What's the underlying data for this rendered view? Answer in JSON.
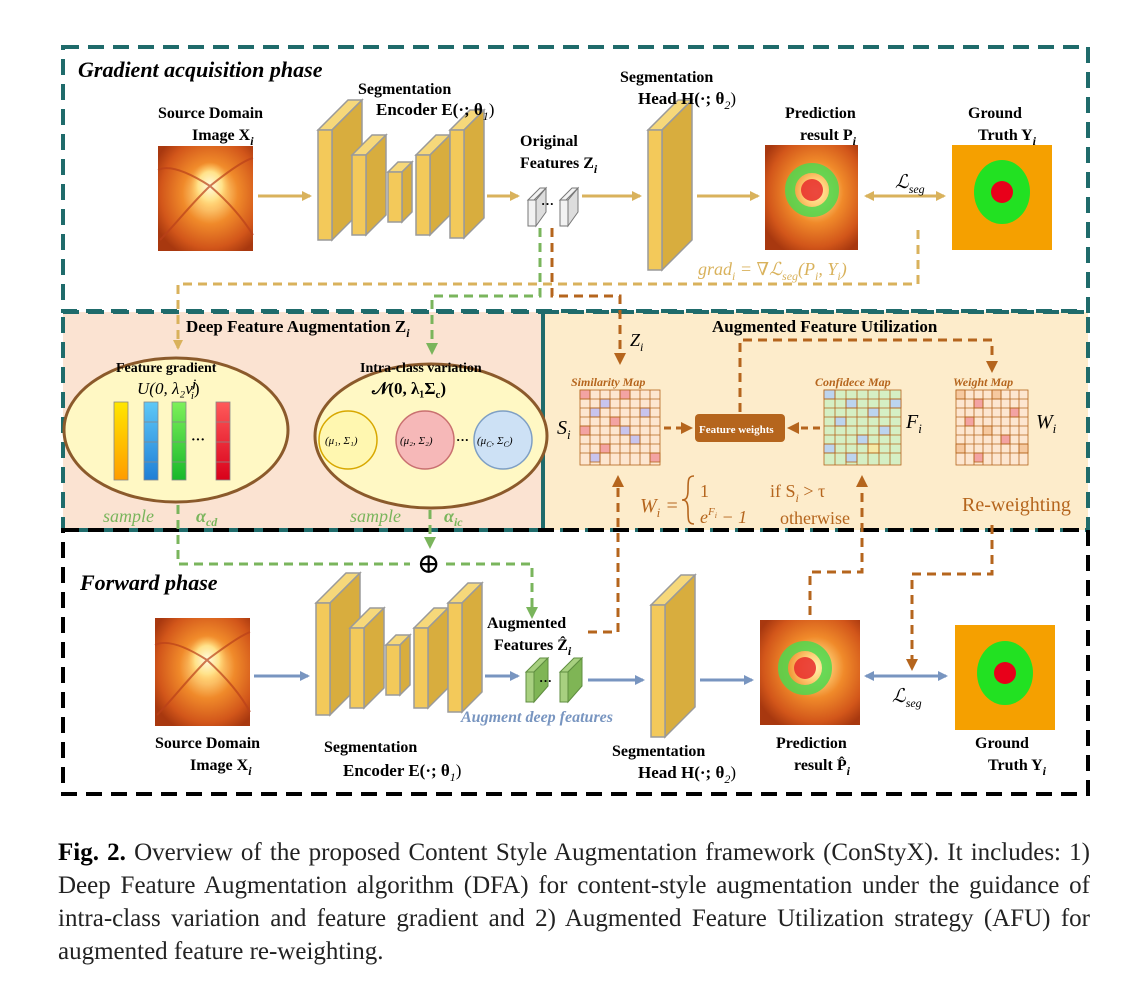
{
  "phases": {
    "gradient": "Gradient acquisition phase",
    "forward": "Forward phase"
  },
  "top": {
    "source_l1": "Source Domain",
    "source_l2": "Image X",
    "source_sub": "i",
    "encoder_l1": "Segmentation",
    "encoder_l2": "Encoder E(·; θ",
    "encoder_sub": "1",
    "features_l1": "Original",
    "features_l2": "Features Z",
    "features_sub": "i",
    "head_l1": "Segmentation",
    "head_l2": "Head H(·; θ",
    "head_sub": "2",
    "pred_l1": "Prediction",
    "pred_l2": "result P",
    "pred_sub": "i",
    "gt_l1": "Ground",
    "gt_l2": "Truth Y",
    "gt_sub": "i",
    "loss": "ℒ",
    "loss_sub": "seg",
    "grad_formula": "grad",
    "grad_sub": "i",
    "grad_rest": " = ∇ℒ",
    "grad_rest_sub": "seg",
    "grad_tail": "(P",
    "grad_tail_sub": "i",
    "grad_end": ", Y",
    "grad_end_sub": "i",
    "grad_close": ")"
  },
  "dfa": {
    "title": "Deep Feature Augmentation Z",
    "title_sub": "i",
    "fg_title": "Feature gradient",
    "fg_formula": "U(0, λ₂v",
    "fg_formula_sub": "i",
    "fg_formula_sup": "j",
    "fg_close": ")",
    "icv_title": "Intra-class variation",
    "icv_formula": "𝒩(0, λ₁Σ",
    "icv_formula_sub": "c",
    "icv_close": ")",
    "g1": "(μ₁, Σ₁)",
    "g2": "(μ₂, Σ₂)",
    "gC": "(μ",
    "gC_sub": "C",
    "gC_mid": ", Σ",
    "gC_sub2": "C",
    "gC_close": ")",
    "dots": "···",
    "sample1": "sample",
    "alpha1": "α",
    "alpha1_sub": "cd",
    "sample2": "sample",
    "alpha2": "α",
    "alpha2_sub": "ic"
  },
  "afu": {
    "title": "Augmented Feature Utilization",
    "zi": "Z",
    "zi_sub": "i",
    "sim_title": "Similarity Map",
    "si": "S",
    "si_sub": "i",
    "fw": "Feature weights",
    "conf_title": "Confidece Map",
    "fi": "F",
    "fi_sub": "i",
    "weight_title": "Weight Map",
    "wi": "W",
    "wi_sub": "i",
    "eq_lhs": "W",
    "eq_lhs_sub": "i",
    "eq_eq": " = ",
    "eq_c1": "1",
    "eq_c2": "e",
    "eq_c2_sup": "F",
    "eq_c2_sup_sub": "i",
    "eq_c2_tail": " − 1",
    "eq_cond1": "if S",
    "eq_cond1_sub": "i",
    "eq_cond1_tail": " > τ",
    "eq_cond2": "otherwise",
    "reweighting": "Re-weighting"
  },
  "bottom": {
    "source_l1": "Source Domain",
    "source_l2": "Image X",
    "source_sub": "i",
    "encoder_l1": "Segmentation",
    "encoder_l2": "Encoder E(·; θ",
    "encoder_sub": "1",
    "aug_l1": "Augmented",
    "aug_l2": "Features Ẑ",
    "aug_sub": "i",
    "augment_label": "Augment deep features",
    "head_l1": "Segmentation",
    "head_l2": "Head H(·; θ",
    "head_sub": "2",
    "pred_l1": "Prediction",
    "pred_l2": "result P̂",
    "pred_sub": "i",
    "gt_l1": "Ground",
    "gt_l2": "Truth Y",
    "gt_sub": "i",
    "loss": "ℒ",
    "loss_sub": "seg",
    "plus": "⊕"
  },
  "caption": {
    "label": "Fig. 2.",
    "text": " Overview of the proposed Content Style Augmentation framework (ConStyX). It includes: 1) Deep Feature Augmentation algorithm (DFA) for content-style augmentation under the guidance of intra-class variation and feature gradient and 2) Augmented Feature Utilization strategy (AFU) for augmented feature re-weighting."
  },
  "colors": {
    "gold_arrow": "#d9b25c",
    "green_dash": "#7ab55c",
    "brown_dash": "#b5651d",
    "blue_arrow": "#7895c0",
    "teal_border": "#1f6b6b",
    "block_fill": "#f3c95a",
    "block_stroke": "#9a9a9a",
    "dfa_bg": "#fbe3d2",
    "afu_bg": "#fdeccb",
    "gt_bg": "#f5a000",
    "gt_ring": "#22e122",
    "gt_core": "#e8001a"
  }
}
